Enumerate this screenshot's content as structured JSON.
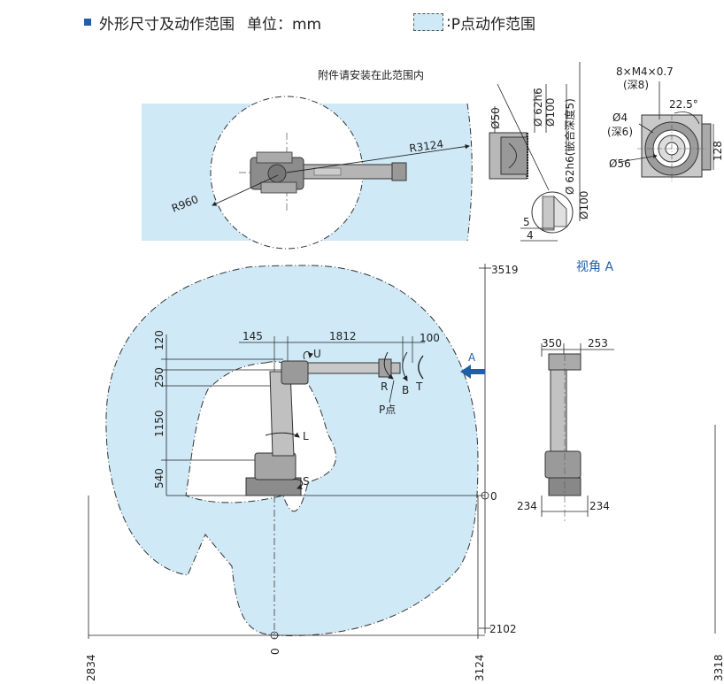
{
  "header": {
    "title": "外形尺寸及动作范围",
    "unit": "单位：mm",
    "legend_symbol": ":",
    "legend_text": "P点动作范围"
  },
  "top_view": {
    "note": "附件请安装在此范围内",
    "r_outer": "R3124",
    "r_inner": "R960"
  },
  "flange": {
    "d50": "Ø50",
    "d62h6": "Ø 62h6",
    "d100": "Ø100",
    "d62h6_depth": "Ø 62h6(嵌合深度5)",
    "d100_b": "Ø100",
    "dim5": "5",
    "dim4": "4"
  },
  "view_a": {
    "label": "视角 A",
    "holes": "8×M4×0.7",
    "holes_depth": "(深8)",
    "angle": "22.5°",
    "pin": "Ø4",
    "pin_depth": "(深6)",
    "d56": "Ø56",
    "dim128": "128"
  },
  "side_view": {
    "arrow_label": "A",
    "dim145": "145",
    "dim1812": "1812",
    "dim100": "100",
    "dim120": "120",
    "dim250": "250",
    "dim1150": "1150",
    "dim540": "540",
    "top_3519": "3519",
    "zero_right": "0",
    "bottom_2102": "2102",
    "x_2834": "2834",
    "x_0": "0",
    "x_3124": "3124",
    "axis_u": "U",
    "axis_r": "R",
    "axis_b": "B",
    "axis_t": "T",
    "axis_l": "L",
    "axis_s": "S",
    "p_point": "P点"
  },
  "front_view": {
    "dim350": "350",
    "dim253": "253",
    "dim234_left": "234",
    "dim234_right": "234"
  },
  "right_edge": {
    "partial_label": "3318"
  },
  "colors": {
    "range_fill": "#cfe9f6",
    "accent_blue": "#1f5fa8",
    "robot_gray": "#9a9a9a"
  }
}
